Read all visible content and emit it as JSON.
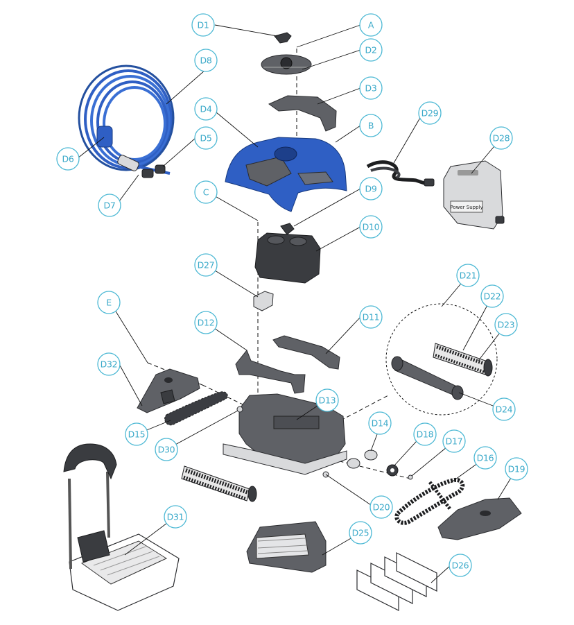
{
  "callouts": [
    "D1",
    "A",
    "D2",
    "D3",
    "D4",
    "D5",
    "D6",
    "D7",
    "D8",
    "B",
    "C",
    "D9",
    "D10",
    "D11",
    "D12",
    "D13",
    "D14",
    "D15",
    "D16",
    "D17",
    "D18",
    "D19",
    "D20",
    "D21",
    "D22",
    "D23",
    "D24",
    "D25",
    "D26",
    "D27",
    "D28",
    "D29",
    "D30",
    "D31",
    "D32",
    "E"
  ],
  "power_supply_label": "Power Supply",
  "colors": {
    "callout_stroke": "#4bb8d4",
    "callout_text": "#3aa9c9",
    "body_blue": "#2f5fc4",
    "part_grey": "#5f6166"
  }
}
